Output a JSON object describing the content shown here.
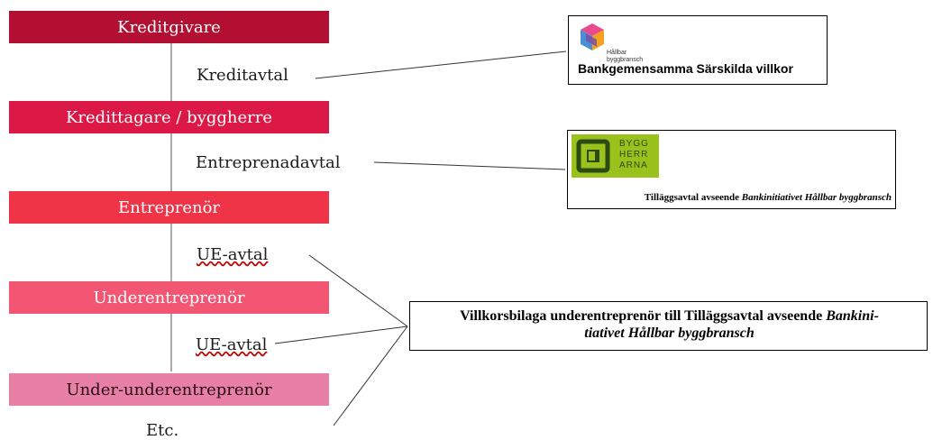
{
  "chain": {
    "boxes": [
      {
        "label": "Kreditgivare",
        "color": "#b30f33"
      },
      {
        "label": "Kredittagare / byggherre",
        "color": "#dc1846"
      },
      {
        "label": "Entreprenör",
        "color": "#ef3448"
      },
      {
        "label": "Underentreprenör",
        "color": "#f25672"
      },
      {
        "label": "Under-underentreprenör",
        "color": "#e780a4"
      }
    ],
    "agreements": [
      {
        "label": "Kreditavtal"
      },
      {
        "label": "Entreprenadavtal"
      },
      {
        "label": "UE-avtal"
      },
      {
        "label": "UE-avtal"
      },
      {
        "label": "Etc."
      }
    ]
  },
  "documents": {
    "bank_terms": {
      "title": "Bankgemensamma Särskilda villkor",
      "logo_text_1": "Hållbar",
      "logo_text_2": "byggbransch"
    },
    "supplement": {
      "logo_words": [
        "BYGG",
        "HERR",
        "ARNA"
      ],
      "text_prefix": "Tilläggsavtal avseende ",
      "text_italic": "Bankinitiativet Hållbar byggbransch"
    },
    "appendix": {
      "text_prefix": "Villkorsbilaga underentreprenör till Tilläggsavtal avseende ",
      "text_italic_1": "Bankini-",
      "text_italic_2": "tiativet Hållbar byggbransch"
    }
  },
  "colors": {
    "logo_green": "#9bc11c",
    "logo_dark_green": "#2b4a14"
  }
}
